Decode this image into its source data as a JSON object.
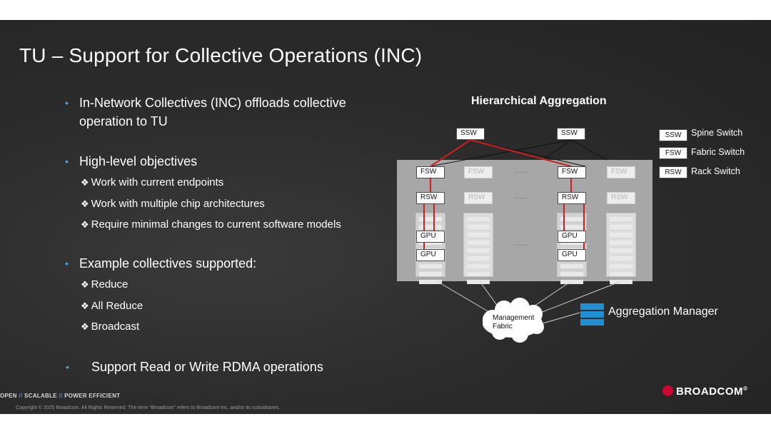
{
  "slide": {
    "title": "TU – Support for Collective Operations (INC)",
    "bullets": [
      "In-Network Collectives (INC) offloads collective operation to TU",
      "High-level objectives",
      "Example collectives supported:",
      "Support Read or Write RDMA operations"
    ],
    "objectives": [
      "Work with current endpoints",
      "Work with multiple chip architectures",
      "Require minimal changes to current software models"
    ],
    "collectives": [
      "Reduce",
      "All Reduce",
      "Broadcast"
    ],
    "bullet_glyph": "•",
    "sub_glyph": "❖"
  },
  "diagram": {
    "title": "Hierarchical Aggregation",
    "ssw": "SSW",
    "fsw": "FSW",
    "rsw": "RSW",
    "gpu": "GPU",
    "ellipsis": ".....",
    "legend": [
      {
        "abbr": "SSW",
        "label": "Spine Switch"
      },
      {
        "abbr": "FSW",
        "label": "Fabric Switch"
      },
      {
        "abbr": "RSW",
        "label": "Rack Switch"
      }
    ],
    "management_fabric": "Management Fabric",
    "aggregation_manager": "Aggregation Manager",
    "colors": {
      "highlight_path": "#cc1f1f",
      "manager_icon": "#1f8fd6"
    }
  },
  "footer": {
    "tagline": [
      "OPEN",
      "SCALABLE",
      "POWER EFFICIENT"
    ],
    "separator": "//",
    "copyright": "Copyright © 2025 Broadcom. All Rights Reserved. The term “Broadcom” refers to Broadcom Inc. and/or its subsidiaries.",
    "logo": "BROADCOM",
    "trademark": "®"
  }
}
